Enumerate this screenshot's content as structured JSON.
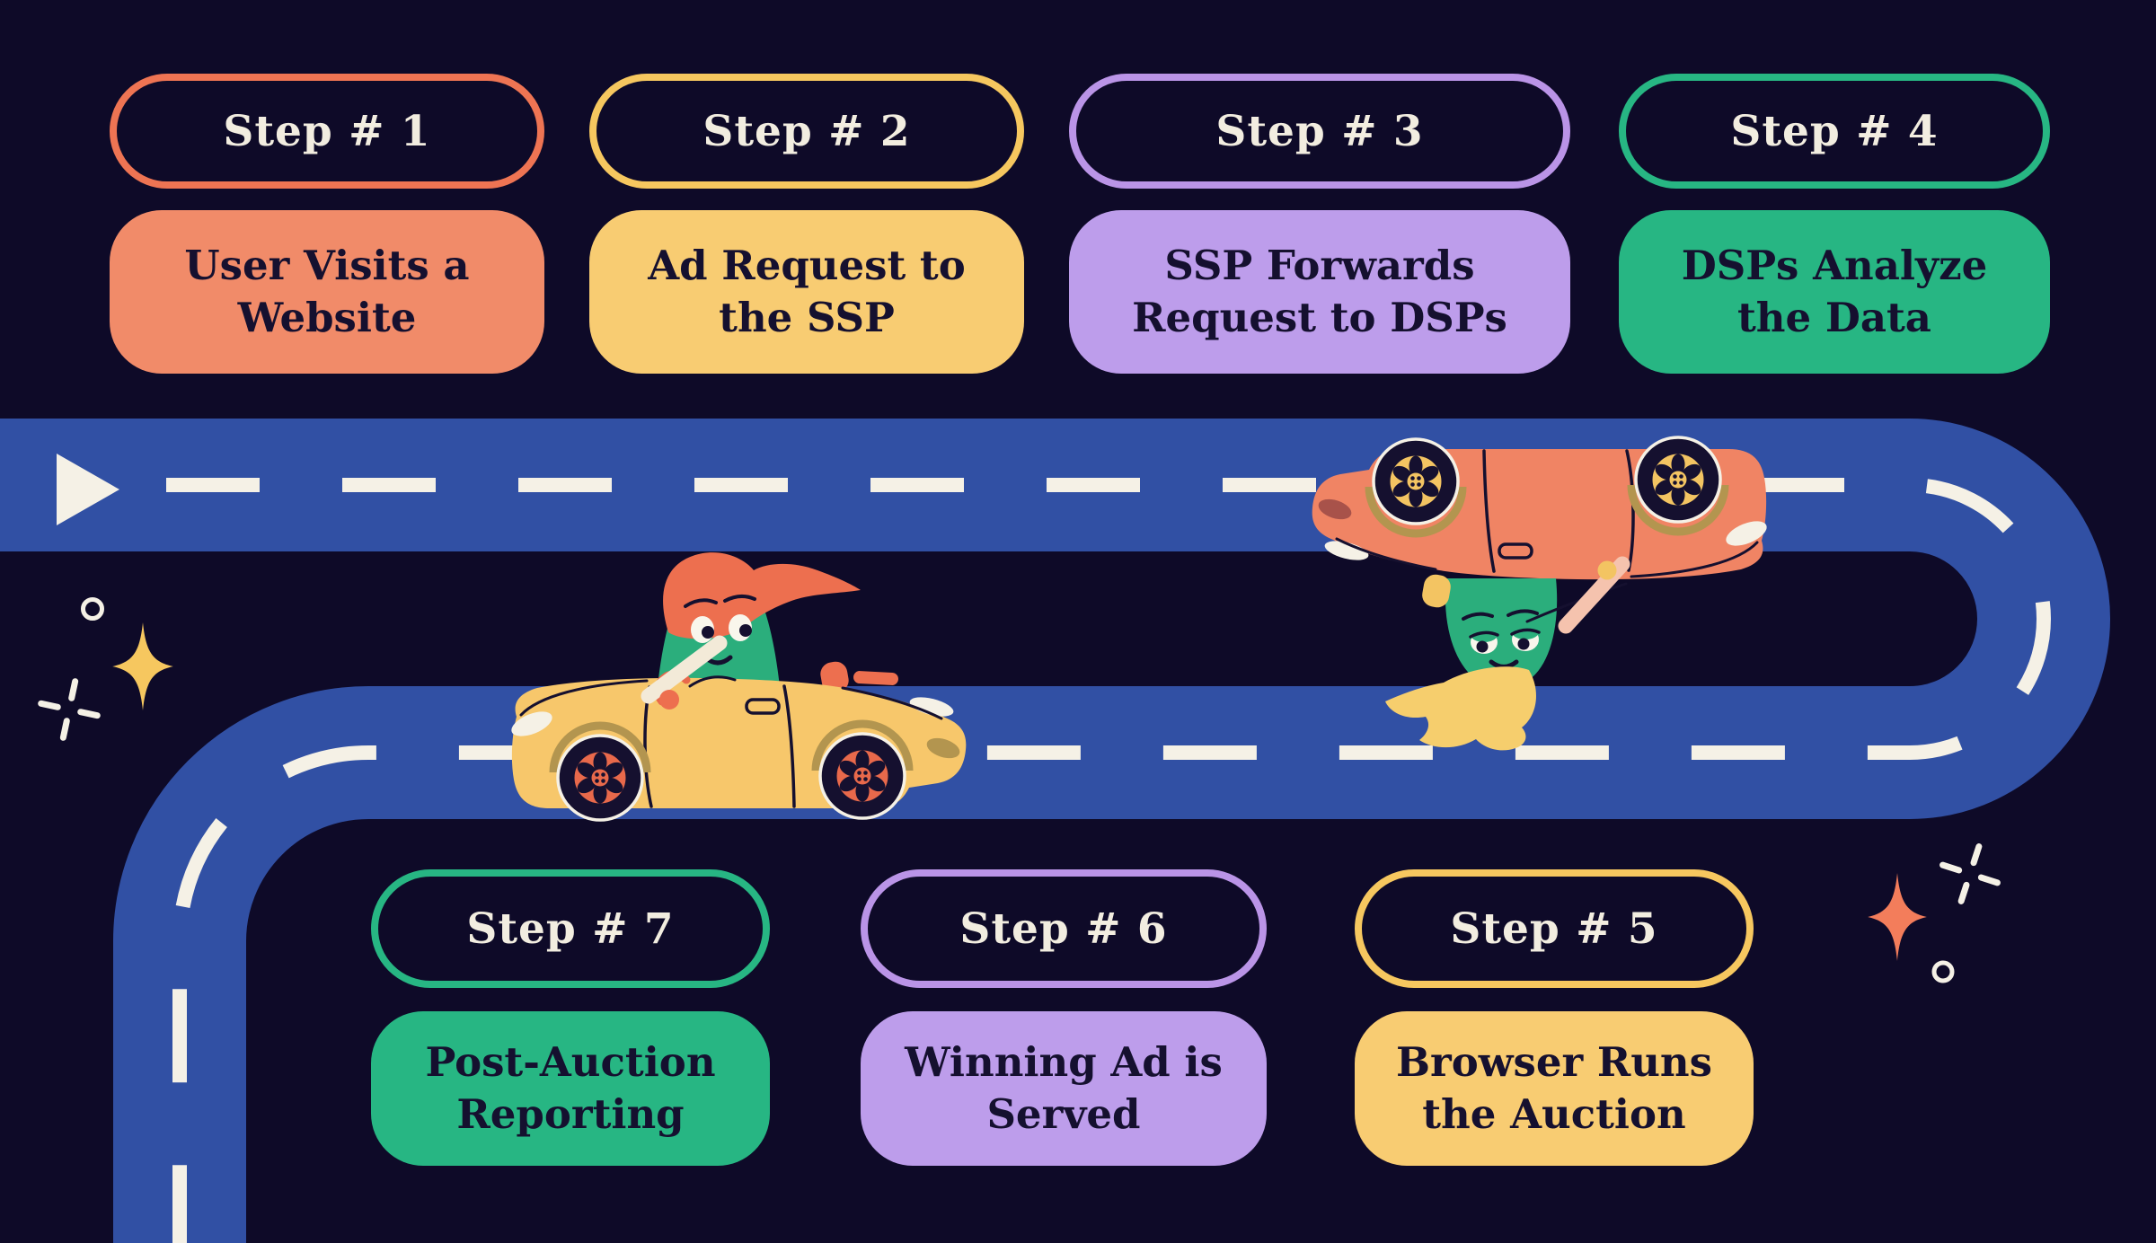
{
  "steps": [
    {
      "label": "Step # 1",
      "title": "User Visits a\nWebsite",
      "theme": "orange"
    },
    {
      "label": "Step # 2",
      "title": "Ad Request to\nthe SSP",
      "theme": "yellow"
    },
    {
      "label": "Step # 3",
      "title": "SSP Forwards\nRequest to DSPs",
      "theme": "purple"
    },
    {
      "label": "Step # 4",
      "title": "DSPs Analyze\nthe Data",
      "theme": "green"
    },
    {
      "label": "Step # 5",
      "title": "Browser Runs\nthe Auction",
      "theme": "yellow"
    },
    {
      "label": "Step # 6",
      "title": "Winning Ad is\nServed",
      "theme": "purple"
    },
    {
      "label": "Step # 7",
      "title": "Post-Auction\nReporting",
      "theme": "green"
    }
  ],
  "colors": {
    "background": "#0E0A28",
    "road": "#3150A4",
    "road_dash": "#F5F1E6",
    "text_light": "#F2EDE0",
    "text_dark": "#15102F",
    "orange_fill": "#F18B69",
    "orange_border": "#EE7453",
    "yellow_fill": "#F8CC72",
    "yellow_border": "#F6C75F",
    "purple_fill": "#BD9DEB",
    "purple_border": "#BA94E7",
    "green_fill": "#27B683",
    "car_yellow": "#F7C76B",
    "car_orange": "#F08464",
    "wheel_hub_orange": "#E8694B",
    "wheel_hub_yellow": "#F3C462",
    "character_green": "#2BAE7C",
    "hair_orange": "#ED6F4F",
    "hair_yellow": "#F6CE6D",
    "star_yellow": "#F6C75F",
    "star_orange": "#F37D5B"
  },
  "icons": {
    "road_start": "play-triangle",
    "decorations": [
      "four-point-star",
      "plus-sparkle",
      "ring-circle"
    ]
  }
}
